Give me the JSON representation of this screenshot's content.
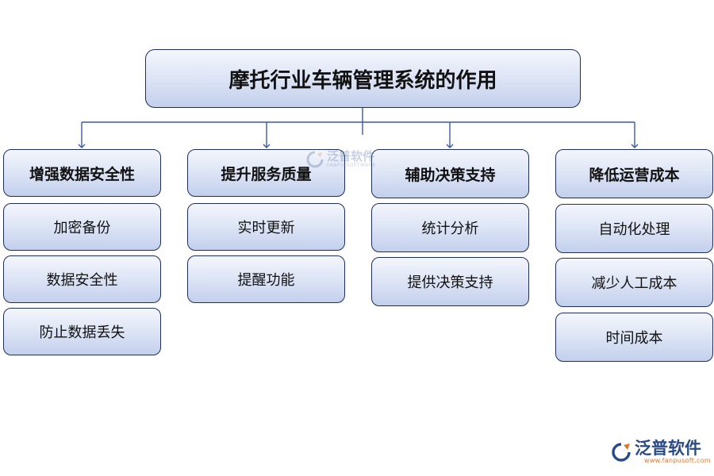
{
  "diagram": {
    "title": "摩托行业车辆管理系统的作用",
    "columns": [
      {
        "heading": "增强数据安全性",
        "items": [
          "加密备份",
          "数据安全性",
          "防止数据丢失"
        ]
      },
      {
        "heading": "提升服务质量",
        "items": [
          "实时更新",
          "提醒功能"
        ]
      },
      {
        "heading": "辅助决策支持",
        "items": [
          "统计分析",
          "提供决策支持"
        ]
      },
      {
        "heading": "降低运营成本",
        "items": [
          "自动化处理",
          "减少人工成本",
          "时间成本"
        ]
      }
    ]
  },
  "watermark": {
    "text": "泛普软件",
    "sub": "FANPU SOFTWARE"
  },
  "logo": {
    "text": "泛普软件",
    "url": "www.fanpusoft.com"
  },
  "colors": {
    "box_border": "#1f2f59",
    "box_fill_top": "#f4f6fc",
    "box_fill_bottom": "#c3cfec",
    "connector": "#3d5a9e"
  }
}
